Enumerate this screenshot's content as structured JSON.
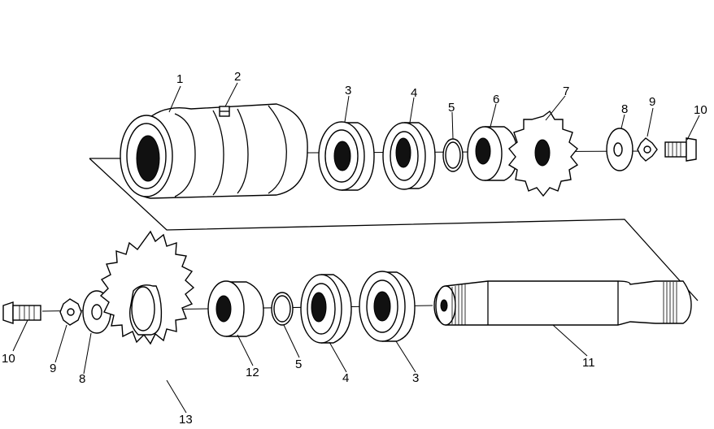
{
  "callouts": {
    "c1": "1",
    "c2": "2",
    "c3_top": "3",
    "c4_top": "4",
    "c5_top": "5",
    "c6": "6",
    "c7": "7",
    "c8_top": "8",
    "c9_top": "9",
    "c10_top": "10",
    "c10_bottom": "10",
    "c9_bottom": "9",
    "c8_bottom": "8",
    "c13": "13",
    "c12": "12",
    "c5_bottom": "5",
    "c4_bottom": "4",
    "c3_bottom": "3",
    "c11": "11"
  }
}
